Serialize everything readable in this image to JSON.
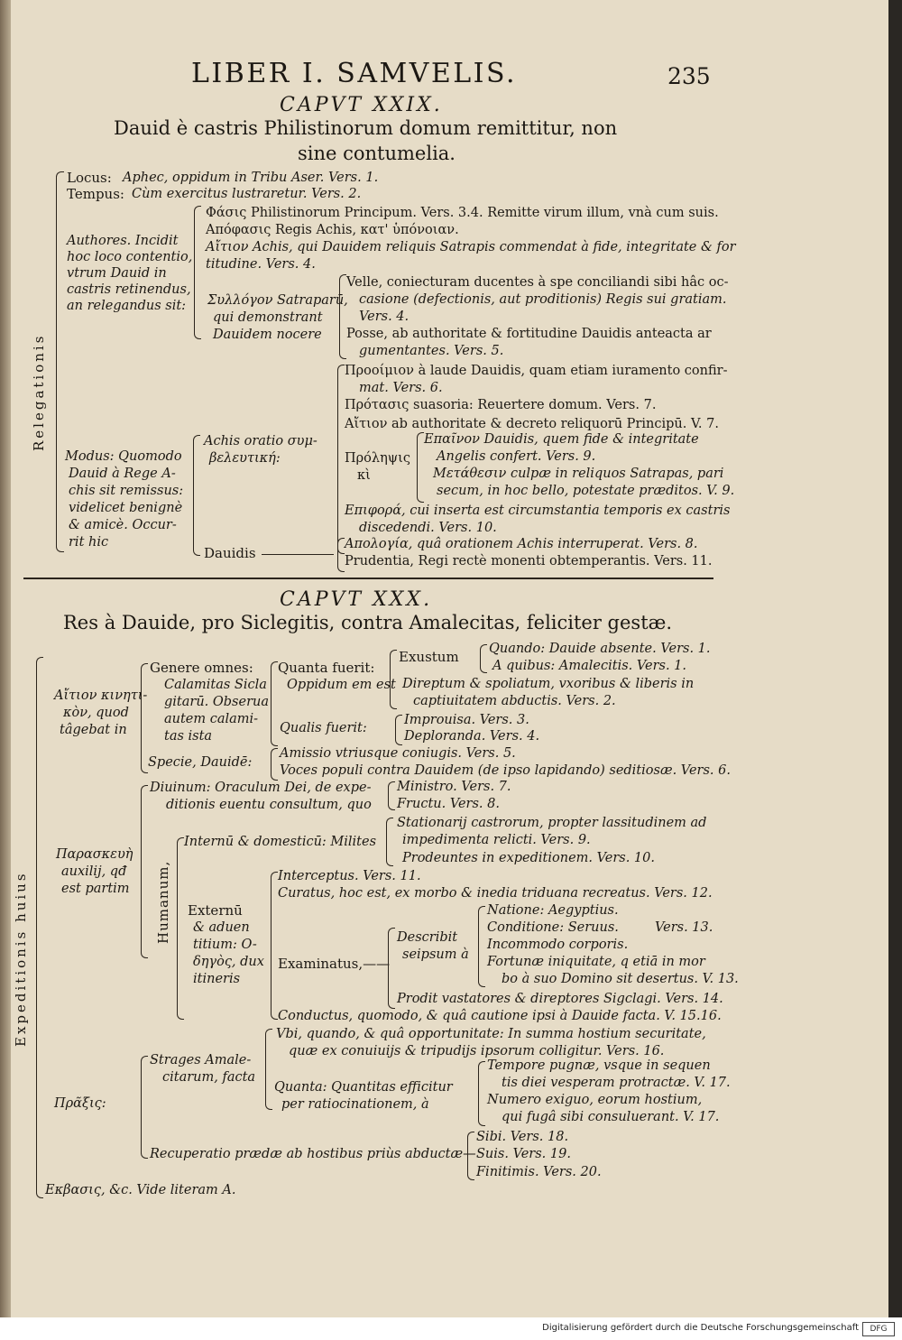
{
  "header": {
    "running_title": "LIBER I. SAMVELIS.",
    "page_number": "235"
  },
  "chapter29": {
    "caput": "CAPVT XXIX.",
    "title_line1": "Dauid è castris Philistinorum domum remittitur, non",
    "title_line2": "sine contumelia.",
    "side_label": "Relegationis",
    "locus_label": "Locus:",
    "locus_text": "Aphec, oppidum in Tribu Aser. Vers. 1.",
    "tempus_label": "Tempus:",
    "tempus_text": "Cùm exercitus lustraretur. Vers. 2.",
    "authores_lines": [
      "Authores. Incidit",
      "hoc loco contentio,",
      "vtrum Dauid in",
      "castris retinendus,",
      "an relegandus sit:"
    ],
    "phasis": "Φάσις Philistinorum Principum. Vers. 3.4. Remitte virum illum, vnà cum suis.",
    "apophasis": "Απόφασις Regis Achis, κατ' ὑπόνοιαν.",
    "aition1_line1": "Αἴτιον Achis, qui Dauidem reliquis Satrapis commendat à fide, integritate & for",
    "aition1_line2": "titudine. Vers. 4.",
    "syllogon_lines": [
      "Συλλόγον Satraparū,",
      "qui demonstrant",
      "Dauidem nocere"
    ],
    "velle_line1": "Velle, coniecturam ducentes à spe conciliandi sibi hâc oc-",
    "velle_line2": "casione (defectionis, aut proditionis) Regis sui gratiam.",
    "velle_line3": "Vers. 4.",
    "posse_line1": "Posse, ab authoritate & fortitudine Dauidis anteacta ar",
    "posse_line2": "gumentantes. Vers. 5.",
    "modus_lines": [
      "Modus: Quomodo",
      "Dauid à Rege A-",
      "chis sit remissus:",
      "videlicet benignè",
      "& amicè. Occur-",
      "rit hic"
    ],
    "achis_lines": [
      "Achis oratio συμ-",
      "βελευτική:"
    ],
    "prooimion_line1": "Προοίμιον à laude Dauidis, quam etiam iuramento confir-",
    "prooimion_line2": "mat. Vers. 6.",
    "protasis": "Πρότασις suasoria: Reuertere domum. Vers. 7.",
    "aition2": "Αἴτιον ab authoritate & decreto reliquorū Principū. V. 7.",
    "prolepsis_lines": [
      "Πρόληψις",
      "κὶ"
    ],
    "epainon_line1": "Επαῖνον Dauidis, quem fide & integritate",
    "epainon_line2": "Angelis confert. Vers. 9.",
    "metathesis_line1": "Μετάθεσιν culpæ in reliquos Satrapas, pari",
    "metathesis_line2": "secum, in hoc bello, potestate præditos. V. 9.",
    "epiphora_line1": "Επιφορά, cui inserta est circumstantia temporis ex castris",
    "epiphora_line2": "discedendi. Vers. 10.",
    "dauidis": "Dauidis",
    "apologia": "Απολογία, quâ orationem Achis interruperat. Vers. 8.",
    "prudentia": "Prudentia, Regi rectè monenti obtemperantis. Vers. 11."
  },
  "chapter30": {
    "caput": "CAPVT XXX.",
    "title": "Res à Dauide, pro Siclegitis, contra Amalecitas, feliciter gestæ.",
    "side_label": "Expeditionis huius",
    "aition_lines": [
      "Αἴτιον κινητι-",
      "κὸν, quod",
      "tâgebat in"
    ],
    "genere_lines": [
      "Genere omnes:",
      "Calamitas Sicla",
      "gitarū. Obserua",
      "autem calami-",
      "tas ista"
    ],
    "quanta_lines": [
      "Quanta fuerit:",
      "Oppidum em est"
    ],
    "exustum": "Exustum",
    "quando": "Quando: Dauide absente. Vers. 1.",
    "a_quibus": "A quibus: Amalecitis. Vers. 1.",
    "direptum_line1": "Direptum & spoliatum, vxoribus & liberis in",
    "direptum_line2": "captiuitatem abductis. Vers. 2.",
    "qualis": "Qualis fuerit:",
    "improuisa": "Improuisa. Vers. 3.",
    "deploranda": "Deploranda. Vers. 4.",
    "specie": "Specie, Dauidē:",
    "amissio": "Amissio vtriusque coniugis. Vers. 5.",
    "voces": "Voces populi contra Dauidem (de ipso lapidando) seditiosæ. Vers. 6.",
    "paraskeue_lines": [
      "Παρασκευὴ",
      "auxilij, qđ",
      "est partim"
    ],
    "diuinum_line1": "Diuinum: Oraculum Dei, de expe-",
    "diuinum_line2": "ditionis euentu consultum, quo",
    "ministro": "Ministro. Vers. 7.",
    "fructu": "Fructu. Vers. 8.",
    "humanum": "Humanum,",
    "internu": "Internū & domesticū: Milites",
    "stationarij_line1": "Stationarij castrorum, propter lassitudinem ad",
    "stationarij_line2": "impedimenta relicti. Vers. 9.",
    "prodeuntes": "Prodeuntes in expeditionem. Vers. 10.",
    "externu_lines": [
      "Externū",
      "& aduen",
      "titium: O-",
      "δηγὸς, dux",
      "itineris"
    ],
    "interceptus": "Interceptus. Vers. 11.",
    "curatus": "Curatus, hoc est, ex morbo & inedia triduana recreatus. Vers. 12.",
    "examinatus": "Examinatus,——",
    "describit_lines": [
      "Describit",
      "seipsum à"
    ],
    "natione": "Natione: Aegyptius.",
    "conditione": "Conditione: Seruus.",
    "vers13": "Vers. 13.",
    "incommodo": "Incommodo corporis.",
    "fortunae_line1": "Fortunæ iniquitate, q etiā in mor",
    "fortunae_line2": "bo à suo Domino sit desertus. V. 13.",
    "prodit": "Prodit vastatores & direptores Sigclagi. Vers. 14.",
    "conductus": "Conductus, quomodo, & quâ cautione ipsi à Dauide facta. V. 15.16.",
    "praxis": "Πρᾶξις:",
    "vbi_line1": "Vbi, quando, & quâ opportunitate: In summa hostium securitate,",
    "vbi_line2": "quæ ex conuiuijs & tripudijs ipsorum colligitur. Vers. 16.",
    "strages_lines": [
      "Strages Amale-",
      "citarum, facta"
    ],
    "quanta2_lines": [
      "Quanta: Quantitas efficitur",
      "per ratiocinationem, à"
    ],
    "tempore_line1": "Tempore pugnæ, vsque in sequen",
    "tempore_line2": "tis diei vesperam protractæ. V. 17.",
    "numero_line1": "Numero exiguo, eorum hostium,",
    "numero_line2": "qui fugâ sibi consuluerant. V. 17.",
    "recuperatio": "Recuperatio prædæ ab hostibus priùs abductæ—",
    "sibi": "Sibi. Vers. 18.",
    "suis": "Suis. Vers. 19.",
    "finitimis": "Finitimis. Vers. 20.",
    "exodos": "Εκβασις, &c. Vide literam A."
  },
  "footer": {
    "credit": "Digitalisierung gefördert durch die Deutsche Forschungsgemeinschaft",
    "logo": "DFG"
  }
}
